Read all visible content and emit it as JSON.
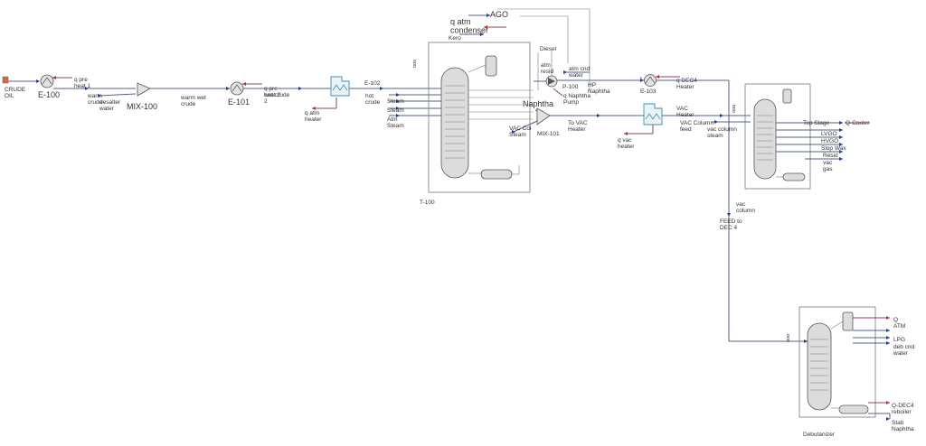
{
  "labels": {
    "crude_oil": "CRUDE OIL",
    "e100": "E-100",
    "q_pre_heat_1": "q pre heat 1",
    "warm_crude": "warm crude",
    "desalter_water": "desalter water",
    "mix100": "MIX-100",
    "warm_wet_crude": "warm wet crude",
    "e101": "E-101",
    "q_pre_heat_2": "q pre heat 2",
    "wet_crude_2": "wet crude 2",
    "q_atm_heater": "q atm heater",
    "e102": "E-102",
    "hot_crude": "hot crude",
    "steam_1": "Steam",
    "steam_2": "Steam",
    "atm_steam": "Atm Steam",
    "q_atm_condenser": "q atm condenser",
    "ago": "AGO",
    "kero": "Kero",
    "diesel": "Diesel",
    "atm_resid": "atm resid",
    "atm_cnd_water": "atm cnd water",
    "naphtha": "Naphtha",
    "p100": "P-100",
    "hp_naphtha": "HP Naphtha",
    "q_naphtha_pump": "q Naphtha Pump",
    "vac_col_steam": "VAC Col Steam",
    "mix101": "MIX-101",
    "to_vac_heater": "To VAC Heater",
    "t100": "T-100",
    "e103": "E-103",
    "q_deb4_heater": "q DEC4 Heater",
    "vac_heater": "VAC Heater",
    "vac_column_feed": "VAC Column feed",
    "vac_column_steam": "vac column steam",
    "q_vac_heater": "q vac heater",
    "top_stage": "Top Stage",
    "q_cooler": "Q-Cooler",
    "lvgo": "LVGO",
    "hvgo": "HVGO",
    "slop_wax": "Slop Wax",
    "resid": "Resid",
    "vac_gas": "vac gas",
    "vac_column": "vac column",
    "feed_to_deb4": "FEED to DEC 4",
    "q_atm": "Q ATM",
    "lpg": "LPG",
    "deb_cnd_water": "deb cnd water",
    "q_deb4_reboiler": "Q-DEC4 reboiler",
    "stab_naphtha": "Stab Naphtha",
    "debutanizer": "Debutanizer"
  }
}
